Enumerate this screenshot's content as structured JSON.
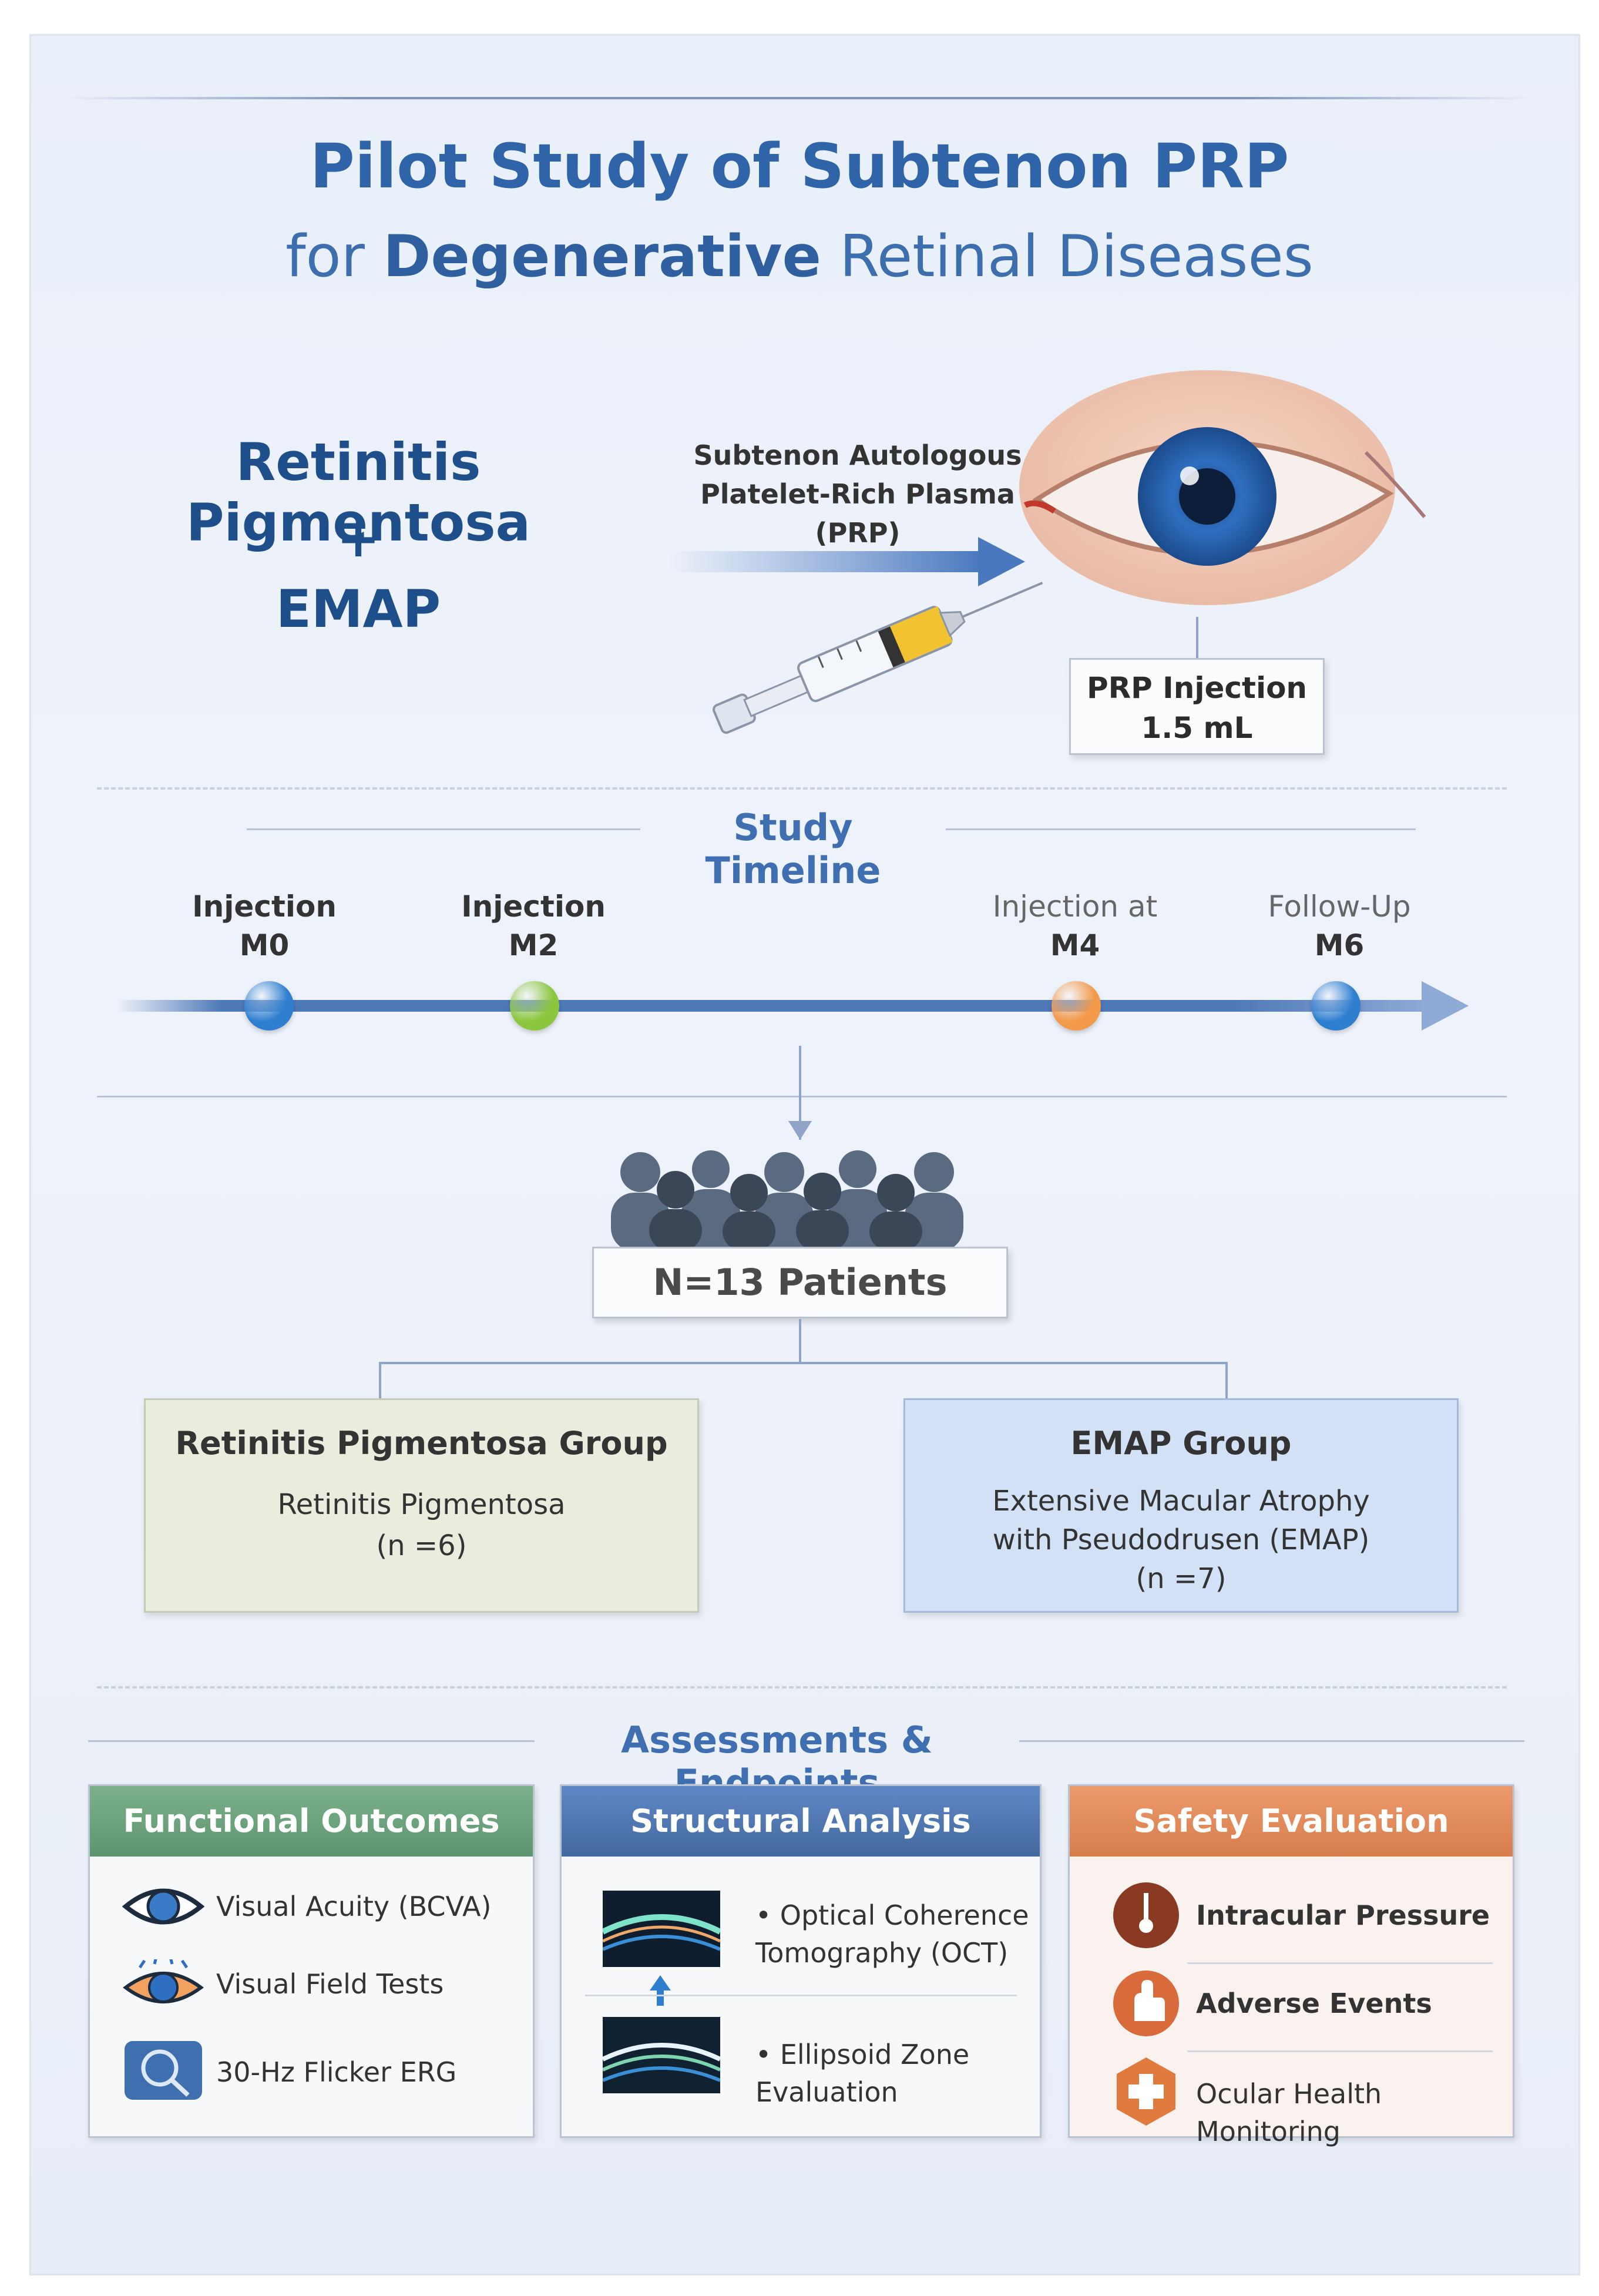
{
  "title": {
    "line1": "Pilot Study of Subtenon PRP",
    "line2_pre": "for ",
    "line2_bold": "Degenerative",
    "line2_post": " Retinal Diseases"
  },
  "conditions": {
    "line1": "Retinitis Pigmentosa",
    "plus": "+",
    "line2": "EMAP"
  },
  "prp_label": {
    "line1": "Subtenon Autologous",
    "line2": "Platelet-Rich Plasma",
    "line3": "(PRP)"
  },
  "prp_box": {
    "line1": "PRP Injection",
    "line2": "1.5 mL"
  },
  "timeline": {
    "title": "Study Timeline",
    "points": [
      {
        "top": "Injection",
        "bottom": "M0",
        "color": "#2f7fd0"
      },
      {
        "top": "Injection",
        "bottom": "M2",
        "color": "#8cc63f"
      },
      {
        "top": "Injection at",
        "bottom": "M4",
        "color": "#f2994a"
      },
      {
        "top": "Follow-Up",
        "bottom": "M6",
        "color": "#2f7fd0"
      }
    ]
  },
  "patients": "N=13 Patients",
  "groups": [
    {
      "title": "Retinitis Pigmentosa Group",
      "desc1": "Retinitis Pigmentosa",
      "desc2": "(n =6)"
    },
    {
      "title": "EMAP Group",
      "desc1": "Extensive Macular Atrophy",
      "desc2": "with Pseudodrusen (EMAP)",
      "desc3": "(n =7)"
    }
  ],
  "assessments": {
    "title": "Assessments & Endpoints",
    "functional": {
      "title": "Functional Outcomes",
      "color": "#6aa27a",
      "items": [
        "Visual Acuity (BCVA)",
        "Visual Field Tests",
        "30-Hz Flicker ERG"
      ]
    },
    "structural": {
      "title": "Structural Analysis",
      "color": "#4d78b8",
      "items": [
        "Optical Coherence Tomography (OCT)",
        "Ellipsoid Zone Evaluation"
      ]
    },
    "safety": {
      "title": "Safety Evaluation",
      "color": "#e0895a",
      "items": [
        "Intracular Pressure",
        "Adverse Events",
        "Ocular Health Monitoring"
      ]
    }
  }
}
